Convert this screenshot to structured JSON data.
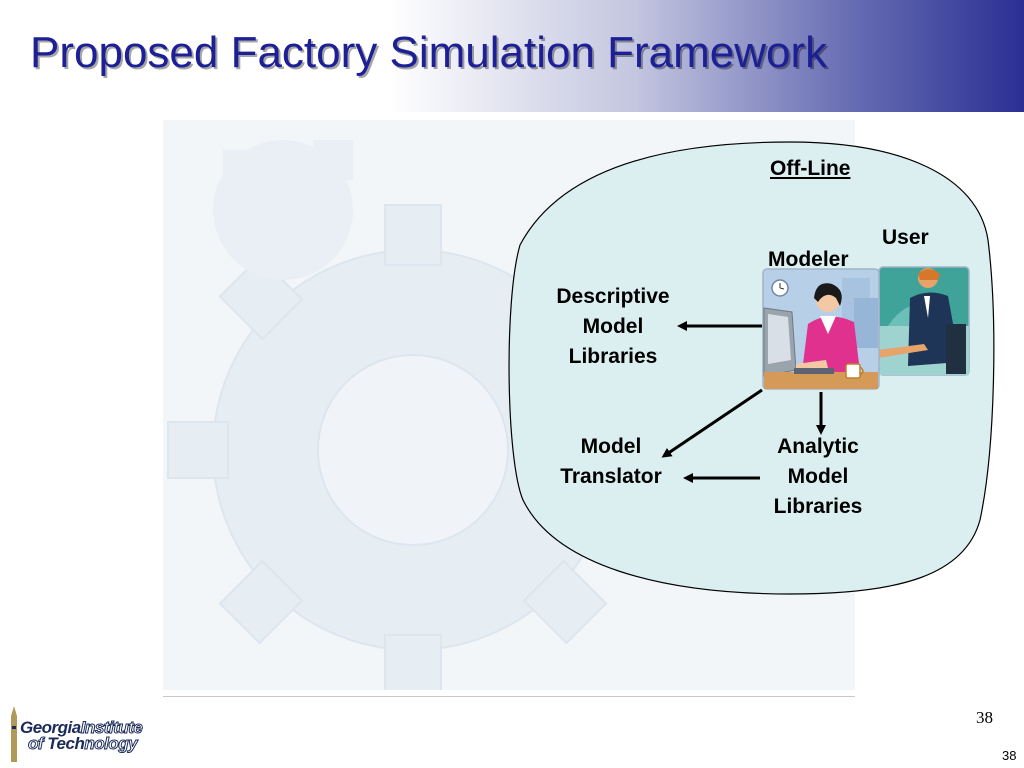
{
  "slide": {
    "title": "Proposed Factory Simulation Framework",
    "page_number_inner": "38",
    "page_number_outer": "38"
  },
  "logo": {
    "line1_strong": "Georgia",
    "line1_light": "Institute",
    "line2_light_a": "of ",
    "line2_strong": "Tech",
    "line2_light_b": "nology"
  },
  "diagram": {
    "region_label": "Off-Line",
    "user_label": "User",
    "modeler_label": "Modeler",
    "descriptive": [
      "Descriptive",
      "Model",
      "Libraries"
    ],
    "translator": [
      "Model",
      "Translator"
    ],
    "analytic": [
      "Analytic",
      "Model",
      "Libraries"
    ]
  },
  "colors": {
    "title": "#1c1f96",
    "region_fill": "#dceff0",
    "header_gradient_end": "#2a2f93"
  }
}
